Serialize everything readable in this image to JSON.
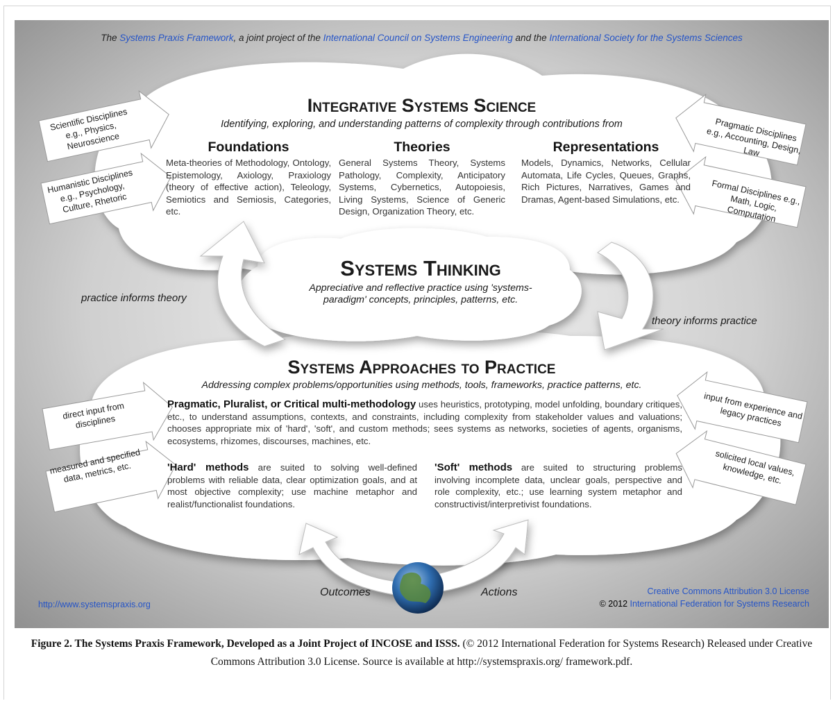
{
  "credit": {
    "pre": "The ",
    "spf": "Systems Praxis Framework",
    "mid1": ", a joint project of the ",
    "incose": "International Council on Systems Engineering",
    "mid2": " and the ",
    "isss": "International Society for the Systems Sciences"
  },
  "science": {
    "title": "Integrative Systems Science",
    "subtitle": "Identifying, exploring, and understanding patterns of complexity through contributions from",
    "columns": [
      {
        "heading": "Foundations",
        "text": "Meta-theories of Methodology, Ontology, Epistemology, Axiology, Praxiology (theory of effective action), Teleology, Semiotics and Semiosis, Categories, etc."
      },
      {
        "heading": "Theories",
        "text": "General Systems Theory, Systems Pathology, Complexity, Anticipatory Systems, Cybernetics, Autopoiesis, Living Systems, Science of Generic Design, Organization Theory, etc."
      },
      {
        "heading": "Representations",
        "text": "Models, Dynamics, Networks, Cellular Automata, Life Cycles, Queues, Graphs, Rich Pictures, Narratives, Games and Dramas, Agent-based Simulations, etc."
      }
    ]
  },
  "thinking": {
    "title": "Systems Thinking",
    "subtitle": "Appreciative and reflective practice using 'systems-paradigm' concepts, principles, patterns, etc."
  },
  "practice": {
    "title": "Systems Approaches to Practice",
    "subtitle": "Addressing complex problems/opportunities using methods, tools, frameworks, practice patterns, etc.",
    "multi_bold": "Pragmatic, Pluralist, or Critical multi-methodology",
    "multi_text": " uses heuristics, prototyping, model unfolding, boundary critiques, etc., to understand assumptions, contexts, and constraints, including complexity from stakeholder values and valuations; chooses appropriate mix of 'hard', 'soft', and custom methods; sees systems as networks, societies of agents, organisms, ecosystems, rhizomes, discourses, machines, etc.",
    "hard_bold": "'Hard' methods",
    "hard_text": " are suited to solving well-defined problems with reliable data, clear optimization goals, and at most objective complexity; use machine metaphor and realist/functionalist foundations.",
    "soft_bold": "'Soft' methods",
    "soft_text": " are suited to structuring problems involving incomplete data, unclear goals, perspective and role complexity, etc.; use learning system metaphor and constructivist/interpretivist foundations."
  },
  "labels": {
    "practice_informs_theory": "practice informs theory",
    "theory_informs_practice": "theory informs practice",
    "outcomes": "Outcomes",
    "actions": "Actions"
  },
  "side_notes": {
    "scientific": "Scientific Disciplines e.g., Physics, Neuroscience",
    "humanistic": "Humanistic Disciplines e.g., Psychology, Culture, Rhetoric",
    "pragmatic": "Pragmatic Disciplines e.g., Accounting, Design, Law",
    "formal": "Formal Disciplines e.g., Math, Logic, Computation",
    "direct_input": "direct input from disciplines",
    "measured": "measured and specified data, metrics, etc.",
    "experience": "input from experience and legacy practices",
    "solicited": "solicited local values, knowledge, etc."
  },
  "footer": {
    "url": "http://www.systemspraxis.org",
    "license": "Creative Commons Attribution 3.0 License",
    "copyright_pre": "© 2012 ",
    "copyright_org": "International Federation for Systems Research"
  },
  "caption": {
    "bold": "Figure 2. The Systems Praxis Framework, Developed as a Joint Project of INCOSE and ISSS.",
    "text": " (© 2012 International Federation for Systems Research) Released under Creative Commons Attribution 3.0 License. Source is available at http://systemspraxis.org/ framework.pdf."
  },
  "colors": {
    "link_blue": "#2554c7",
    "background_dark": "#8e8e8e",
    "cloud": "#ffffff",
    "earth_blue": "#2f6db0",
    "earth_green": "#5b8a3a"
  }
}
